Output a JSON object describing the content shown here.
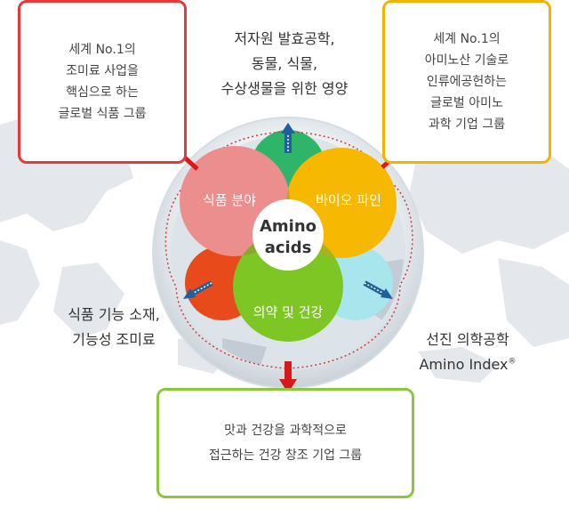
{
  "boxes": {
    "top_left": "세계 No.1의\n조미료 사업을\n핵심으로 하는\n글로벌 식품 그룹",
    "top_right": "세계 No.1의\n아미노산 기술로\n인류에공헌하는\n글로벌 아미노\n과학 기업 그룹",
    "bottom": "맛과 건강을 과학적으로\n접근하는 건강 창조 기업 그룹"
  },
  "labels": {
    "top": "저자원 발효공학,\n동물, 식물,\n수상생물을 위한 영양",
    "left": "식품 기능 소재,\n기능성 조미료",
    "right_main": "선진 의학공학\nAmino Index",
    "right_mark": "®"
  },
  "circles": {
    "food": "식품 분야",
    "bio": "바이오 파인",
    "pharma": "의약 및 건강",
    "center_line1": "Amino",
    "center_line2": "acids"
  },
  "colors": {
    "red_border": "#e5383b",
    "yellow_border": "#f0b400",
    "green_border": "#8cc63f",
    "food_circle": "#ec8e8e",
    "bio_circle": "#f6b800",
    "pharma_circle": "#7dc623",
    "top_cap": "#2fb56a",
    "left_cap": "#e84a1c",
    "right_cap": "#a8e6ee",
    "arrow_red": "#d7191c",
    "arrow_blue": "#1f5f9e",
    "map": "#e4e8ec"
  }
}
